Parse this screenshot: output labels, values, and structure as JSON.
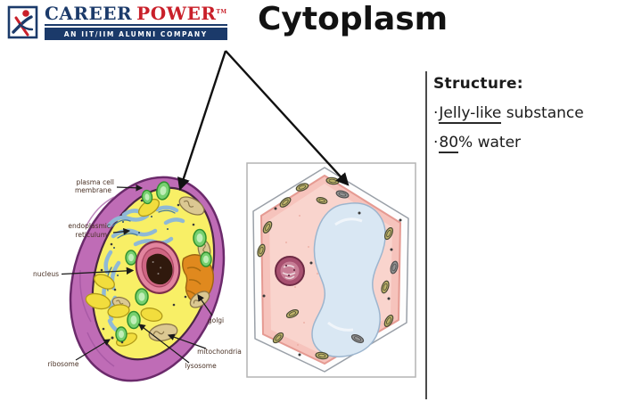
{
  "logo": {
    "icon": "leaping-person-icon",
    "brand": {
      "career": "CAREER",
      "power": "POWER",
      "trademark": "TM"
    },
    "tagline": "AN IIT/IIM ALUMNI COMPANY",
    "colors": {
      "navy": "#1b3a6a",
      "red": "#c9202a"
    }
  },
  "title": "Cytoplasm",
  "left_diagram": {
    "labels": {
      "plasma_membrane": [
        "plasma cell",
        "membrane"
      ],
      "endoplasmic_reticulum": [
        "endoplasmic",
        "reticulum"
      ],
      "nucleus": "nucleus",
      "ribosome": "ribosome",
      "lysosome": "lysosome",
      "mitochondria": "mitochondria",
      "golgi": "golgi"
    }
  },
  "right_panel": {
    "heading": "Structure:",
    "bullets": [
      {
        "marker": "·",
        "underlined": "Jelly-like",
        "rest": " substance"
      },
      {
        "marker": "·",
        "underlined": "80",
        "rest": "% water"
      }
    ]
  }
}
